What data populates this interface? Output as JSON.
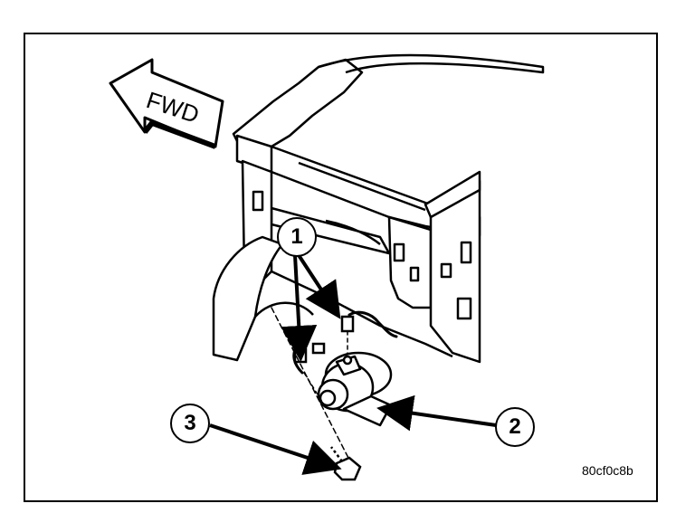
{
  "direction_arrow": {
    "label": "FWD"
  },
  "callouts": [
    {
      "id": "callout-1",
      "number": "1"
    },
    {
      "id": "callout-2",
      "number": "2"
    },
    {
      "id": "callout-3",
      "number": "3"
    }
  ],
  "figure_id": "80cf0c8b",
  "colors": {
    "line": "#000000",
    "background": "#ffffff"
  }
}
